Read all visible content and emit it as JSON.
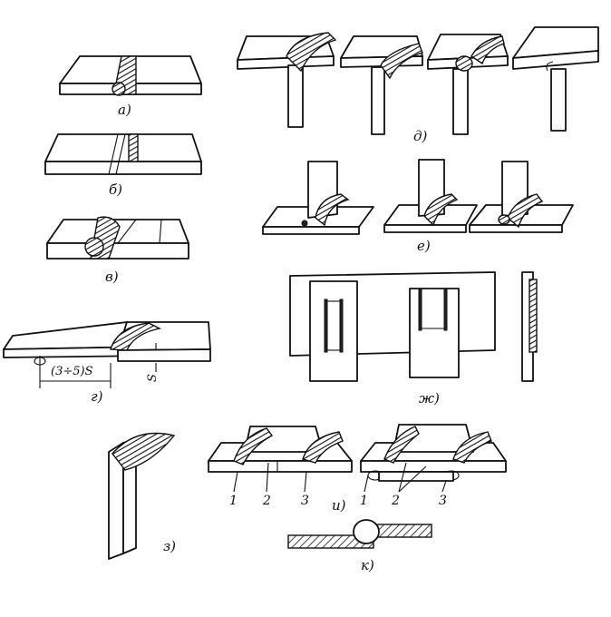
{
  "labels": {
    "a": "а)",
    "b": "б)",
    "v": "в)",
    "g": "г)",
    "d": "д)",
    "e": "е)",
    "zh": "ж)",
    "z": "з)",
    "i": "и)",
    "k": "к)"
  },
  "dimensions": {
    "overlap": "(3÷5)S",
    "thickness": "S"
  },
  "callouts": {
    "left": [
      "1",
      "2",
      "3"
    ],
    "right": [
      "1",
      "2",
      "3"
    ]
  },
  "colors": {
    "ink": "#111111",
    "paper": "#ffffff"
  }
}
